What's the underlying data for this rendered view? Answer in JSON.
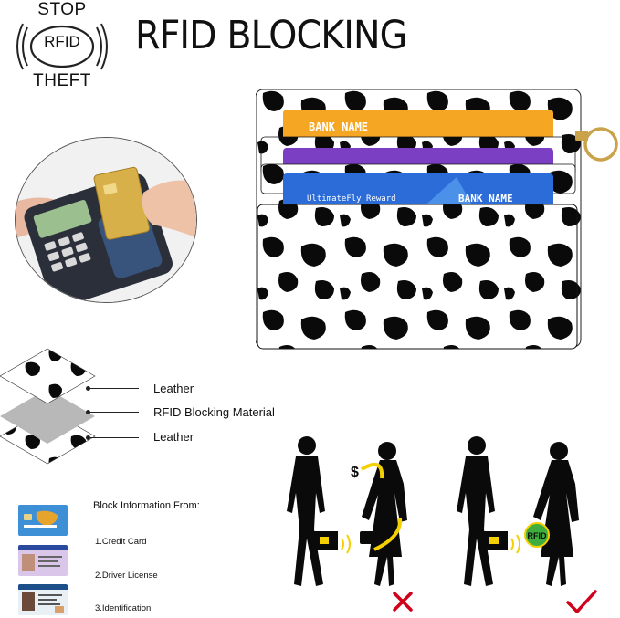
{
  "badge": {
    "top": "STOP",
    "middle": "RFID",
    "bottom": "THEFT"
  },
  "title": "RFID BLOCKING",
  "wallet": {
    "card1_text": "BANK NAME",
    "card3_text_left": "UltimateFly Reward",
    "card3_text_right": "BANK NAME"
  },
  "layers": {
    "top": "Leather",
    "middle": "RFID Blocking Material",
    "bottom": "Leather"
  },
  "block": {
    "title": "Block Information From:",
    "items": [
      "1.Credit Card",
      "2.Driver License",
      "3.Identification"
    ]
  },
  "scene": {
    "rfid_shield_label": "RFID",
    "dollar_symbol": "$"
  },
  "colors": {
    "orange_card": "#f5a623",
    "purple_card": "#7b3fc4",
    "blue_card": "#2b6cd9",
    "fail_mark": "#d0021b",
    "ok_mark": "#d0021b",
    "signal": "#f5d000"
  }
}
